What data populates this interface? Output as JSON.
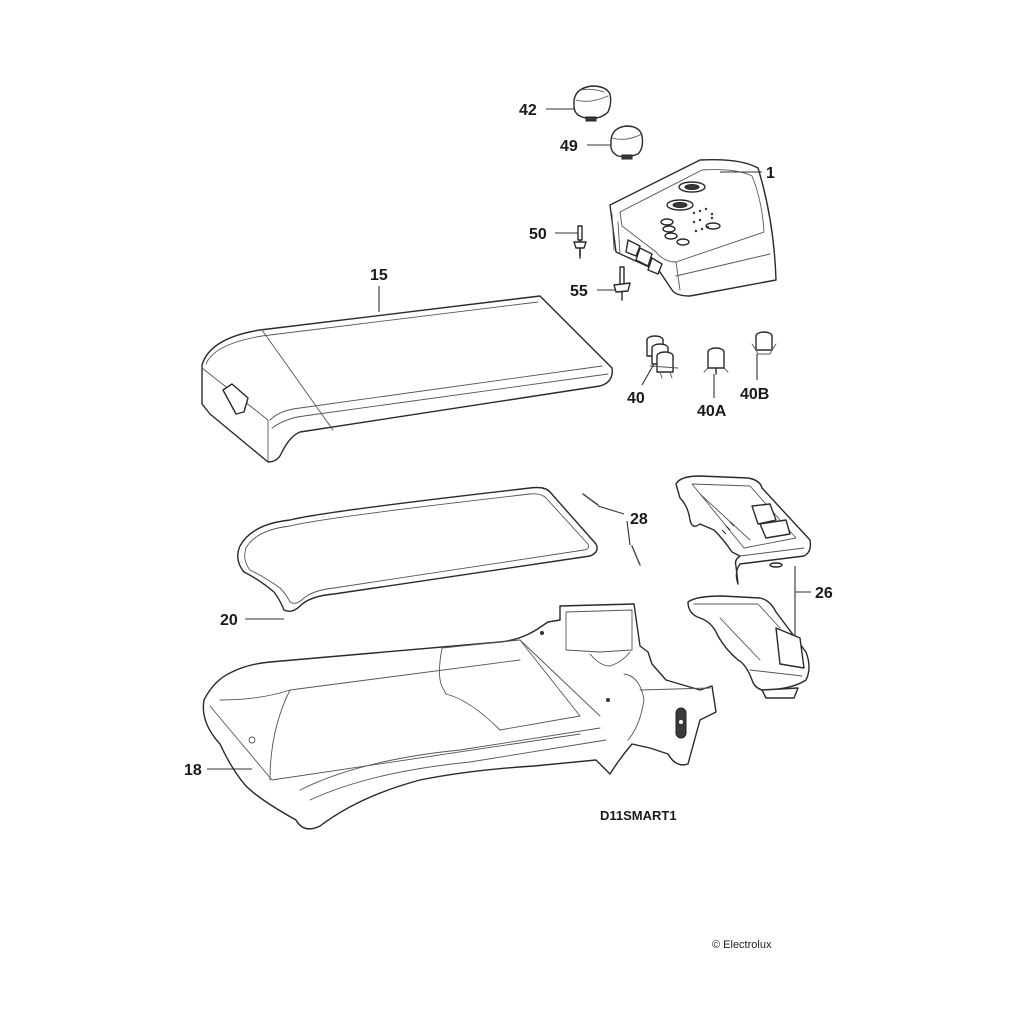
{
  "diagram": {
    "type": "exploded-parts-diagram",
    "model_code": "D11SMART1",
    "copyright": "© Electrolux",
    "parts": [
      {
        "id": "42",
        "label": "42",
        "description": "knob"
      },
      {
        "id": "49",
        "label": "49",
        "description": "knob"
      },
      {
        "id": "1",
        "label": "1",
        "description": "control panel"
      },
      {
        "id": "50",
        "label": "50",
        "description": "pin / shaft"
      },
      {
        "id": "55",
        "label": "55",
        "description": "pin / shaft"
      },
      {
        "id": "15",
        "label": "15",
        "description": "top lid"
      },
      {
        "id": "40",
        "label": "40",
        "description": "push button set"
      },
      {
        "id": "40A",
        "label": "40A",
        "description": "push button"
      },
      {
        "id": "40B",
        "label": "40B",
        "description": "push button"
      },
      {
        "id": "28",
        "label": "28",
        "description": "pins"
      },
      {
        "id": "20",
        "label": "20",
        "description": "gasket"
      },
      {
        "id": "26",
        "label": "26",
        "description": "dispenser assembly"
      },
      {
        "id": "18",
        "label": "18",
        "description": "worktop frame"
      }
    ]
  }
}
